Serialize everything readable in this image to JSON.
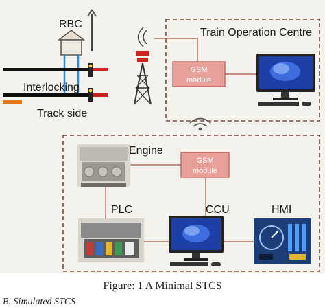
{
  "diagram": {
    "rbc_label": "RBC",
    "interlocking_label": "Interlocking",
    "trackside_label": "Track side",
    "toc_label": "Train Operation Centre",
    "gsm_top_line1": "GSM",
    "gsm_top_line2": "module",
    "engine_label": "Engine",
    "gsm_bottom_line1": "GSM",
    "gsm_bottom_line2": "module",
    "plc_label": "PLC",
    "ccu_label": "CCU",
    "hmi_label": "HMI"
  },
  "caption": {
    "figure": "Figure: 1 A Minimal STCS",
    "section": "B.    Simulated STCS"
  },
  "colors": {
    "accent_red": "#e7a09a",
    "dashed_border": "#7a4a3a",
    "wire": "#b46d60",
    "track_red": "#cc2222",
    "monitor_blue": "#1c3fa8"
  }
}
